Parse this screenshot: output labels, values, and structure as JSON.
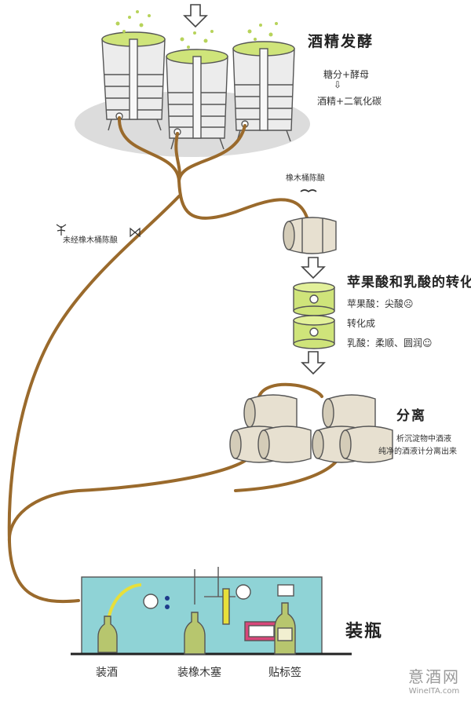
{
  "fermentation": {
    "title": "酒精发酵",
    "line1": "糖分+酵母",
    "line2": "酒精+二氧化碳"
  },
  "oak_aging": {
    "label": "橡木桶陈酿"
  },
  "no_oak": {
    "label": "未经橡木桶陈酿"
  },
  "malolactic": {
    "title": "苹果酸和乳酸的转化",
    "line1": "苹果酸：尖酸☹",
    "line2": "转化成",
    "line3": "乳酸：柔顺、圆润☺"
  },
  "separation": {
    "title": "分离",
    "line1": "析沉淀物中酒液",
    "line2": "纯净的酒液计分离出来"
  },
  "bottling": {
    "title": "装瓶",
    "step1": "装酒",
    "step2": "装橡木塞",
    "step3": "贴标签"
  },
  "watermark": {
    "name": "意酒网",
    "url": "WineITA.com"
  },
  "colors": {
    "pipe": "#9a6a2c",
    "wine_green": "#cbe36a",
    "tank": "#e8e8e8",
    "barrel": "#e7e0d0",
    "machine": "#8fd3d6",
    "bottle": "#b7c66e",
    "label_box": "#d8477a"
  }
}
